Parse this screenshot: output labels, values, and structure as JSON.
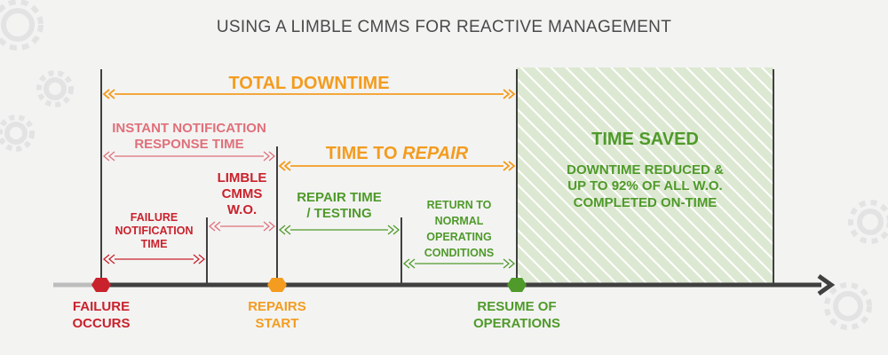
{
  "title": "USING A LIMBLE CMMS FOR  REACTIVE MANAGEMENT",
  "colors": {
    "orange": "#f39c1f",
    "pink": "#e0707a",
    "red": "#c9222c",
    "green": "#4f9a2a",
    "timeline": "#404040"
  },
  "spans": {
    "total_downtime": "TOTAL DOWNTIME",
    "instant_notification_line1": "INSTANT NOTIFICATION",
    "instant_notification_line2": "RESPONSE TIME",
    "time_to": "TIME TO ",
    "repair": "REPAIR",
    "limble_line1": "LIMBLE",
    "limble_line2": "CMMS",
    "limble_line3": "W.O.",
    "failure_notification_line1": "FAILURE",
    "failure_notification_line2": "NOTIFICATION",
    "failure_notification_line3": "TIME",
    "repair_testing_line1": "REPAIR TIME",
    "repair_testing_line2": "/ TESTING",
    "return_line1": "RETURN TO",
    "return_line2": "NORMAL",
    "return_line3": "OPERATING",
    "return_line4": "CONDITIONS"
  },
  "saved": {
    "title": "TIME SAVED",
    "line1": "DOWNTIME REDUCED &",
    "line2": "UP TO 92% OF ALL W.O.",
    "line3": "COMPLETED ON-TIME"
  },
  "milestones": {
    "failure_line1": "FAILURE",
    "failure_line2": "OCCURS",
    "repairs_line1": "REPAIRS",
    "repairs_line2": "START",
    "resume_line1": "RESUME OF",
    "resume_line2": "OPERATIONS"
  },
  "decor_icons": [
    "gear-icon"
  ]
}
